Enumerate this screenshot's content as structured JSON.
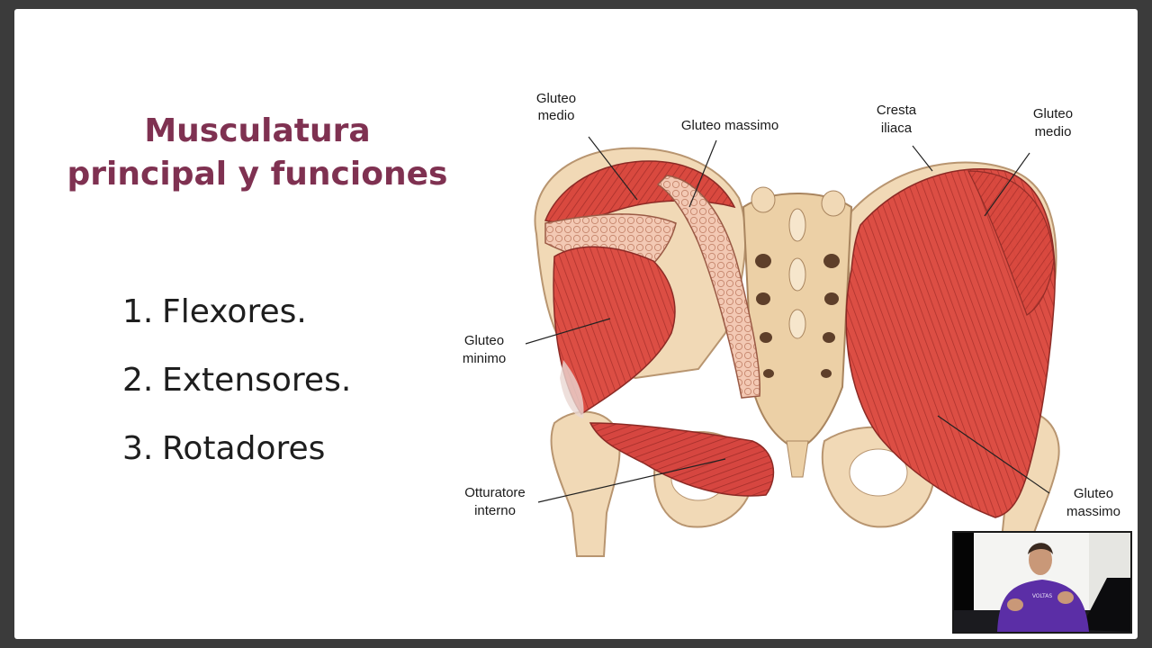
{
  "slide": {
    "title_line1": "Musculatura",
    "title_line2": "principal y funciones",
    "list": [
      {
        "num": "1.",
        "text": "Flexores."
      },
      {
        "num": "2.",
        "text": "Extensores."
      },
      {
        "num": "3.",
        "text": "Rotadores"
      }
    ]
  },
  "figure": {
    "labels": {
      "gluteo_medio_left_1": "Gluteo",
      "gluteo_medio_left_2": "medio",
      "gluteo_massimo_top": "Gluteo massimo",
      "cresta_1": "Cresta",
      "cresta_2": "iliaca",
      "gluteo_medio_right_1": "Gluteo",
      "gluteo_medio_right_2": "medio",
      "gluteo_minimo_1": "Gluteo",
      "gluteo_minimo_2": "minimo",
      "otturatore_1": "Otturatore",
      "otturatore_2": "interno",
      "gluteo_massimo_right_1": "Gluteo",
      "gluteo_massimo_right_2": "massimo"
    }
  },
  "webcam": {
    "shirt_text": "VOLTAS"
  },
  "colors": {
    "title": "#7f3151",
    "muscle": "#d8473e",
    "bone": "#f1d9b6"
  }
}
